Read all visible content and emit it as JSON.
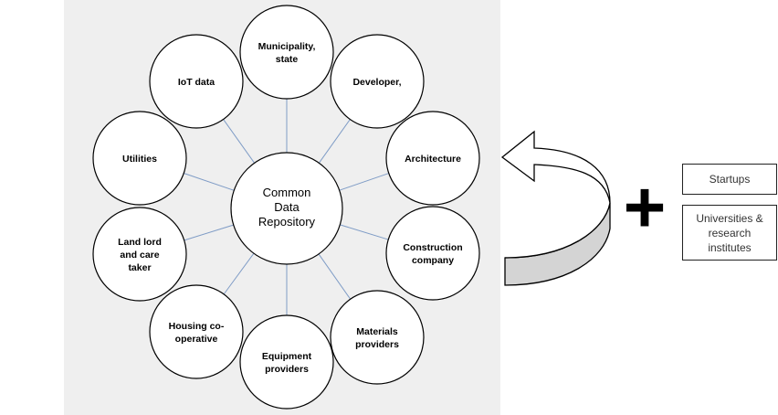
{
  "diagram": {
    "center": {
      "line1": "Common",
      "line2": "Data",
      "line3": "Repository"
    },
    "nodes": [
      {
        "id": "municipality",
        "lines": [
          "Municipality,",
          "state"
        ]
      },
      {
        "id": "developer",
        "lines": [
          "Developer,"
        ]
      },
      {
        "id": "architecture",
        "lines": [
          "Architecture"
        ]
      },
      {
        "id": "construction",
        "lines": [
          "Construction",
          "company"
        ]
      },
      {
        "id": "materials",
        "lines": [
          "Materials",
          "providers"
        ]
      },
      {
        "id": "equipment",
        "lines": [
          "Equipment",
          "providers"
        ]
      },
      {
        "id": "housing",
        "lines": [
          "Housing co-",
          "operative"
        ]
      },
      {
        "id": "landlord",
        "lines": [
          "Land lord",
          "and care",
          "taker"
        ]
      },
      {
        "id": "utilities",
        "lines": [
          "Utilities"
        ]
      },
      {
        "id": "iot",
        "lines": [
          "IoT data"
        ]
      }
    ],
    "plus_symbol": "+",
    "boxes": {
      "startups": "Startups",
      "universities": "Universities &\nresearch\ninstitutes"
    },
    "colors": {
      "connector": "#7f9cc6",
      "panel": "#efefef",
      "arrow_fill": "#d4d4d4"
    }
  }
}
